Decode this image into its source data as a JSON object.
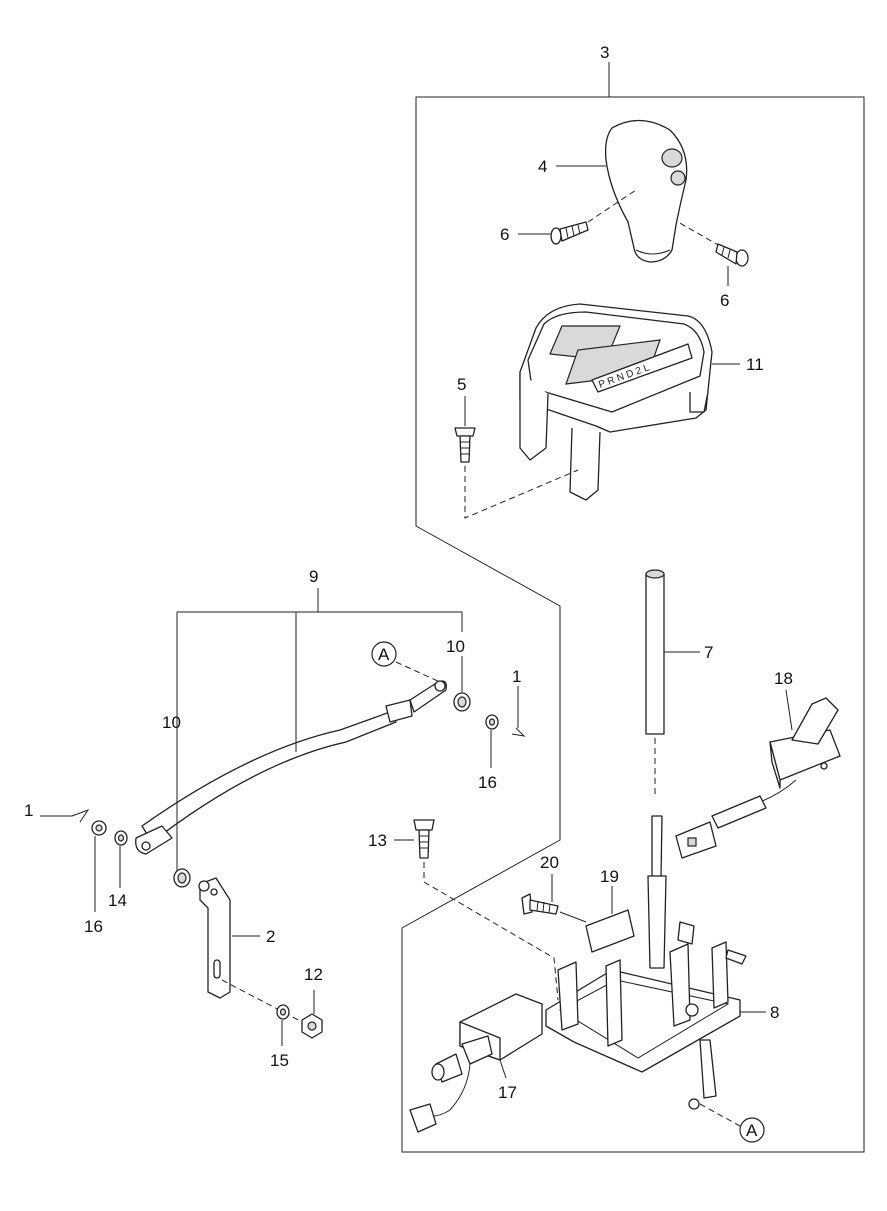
{
  "callouts": {
    "c1a": "1",
    "c1b": "1",
    "c2": "2",
    "c3": "3",
    "c4": "4",
    "c5": "5",
    "c6a": "6",
    "c6b": "6",
    "c7": "7",
    "c8": "8",
    "c9": "9",
    "c10a": "10",
    "c10b": "10",
    "c11": "11",
    "c12": "12",
    "c13": "13",
    "c14": "14",
    "c15": "15",
    "c16a": "16",
    "c16b": "16",
    "c17": "17",
    "c18": "18",
    "c19": "19",
    "c20": "20"
  },
  "refs": {
    "ref_a1": "A",
    "ref_a2": "A"
  },
  "gear_indicator": "P R N D 2 L"
}
